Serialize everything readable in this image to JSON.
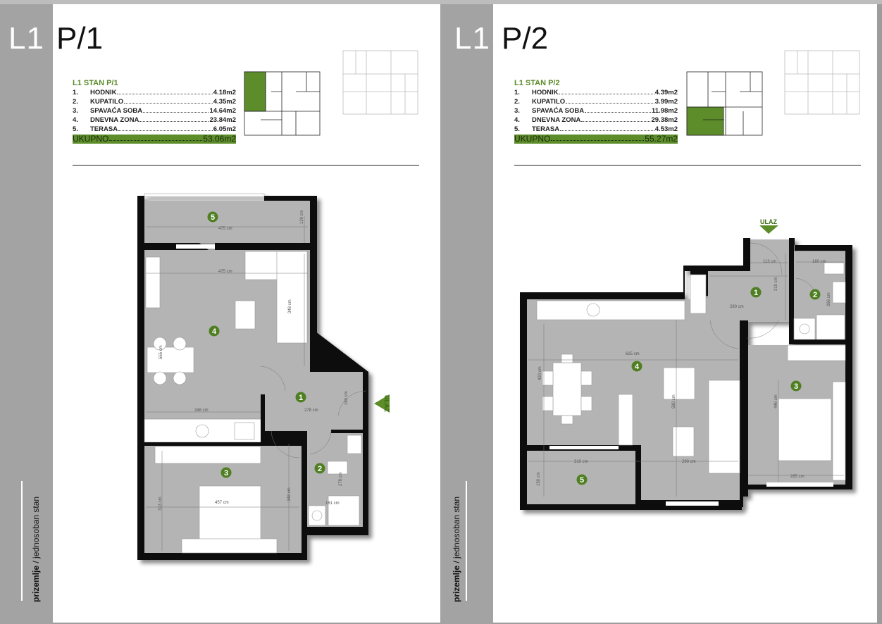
{
  "pages": [
    {
      "level": "L1",
      "unit": "P/1",
      "side_caption_bold": "prizemlje",
      "side_caption": " / jednosoban stan",
      "table": {
        "heading": "L1 STAN P/1",
        "rows": [
          {
            "no": "1.",
            "name": "HODNIK",
            "area": "4.18m2"
          },
          {
            "no": "2.",
            "name": "KUPATILO",
            "area": "4.35m2"
          },
          {
            "no": "3.",
            "name": "SPAVAĆA SOBA",
            "area": "14.64m2"
          },
          {
            "no": "4.",
            "name": "DNEVNA ZONA",
            "area": "23.84m2"
          },
          {
            "no": "5.",
            "name": "TERASA",
            "area": "6.05m2"
          }
        ],
        "total_label": "UKUPNO",
        "total_value": "53.06m2"
      },
      "plan": {
        "entry_label": "ULAZ",
        "dims": [
          "475 cm",
          "120 cm",
          "475 cm",
          "348 cm",
          "555 cm",
          "348 cm",
          "278 cm",
          "160 cm",
          "313 cm",
          "457 cm",
          "348 cm",
          "278 cm",
          "161 cm"
        ]
      }
    },
    {
      "level": "L1",
      "unit": "P/2",
      "side_caption_bold": "prizemlje",
      "side_caption": " / jednosoban stan",
      "table": {
        "heading": "L1 STAN P/2",
        "rows": [
          {
            "no": "1.",
            "name": "HODNIK",
            "area": "4.39m2"
          },
          {
            "no": "2.",
            "name": "KUPATILO",
            "area": "3.99m2"
          },
          {
            "no": "3.",
            "name": "SPAVAĆA SOBA",
            "area": "11.98m2"
          },
          {
            "no": "4.",
            "name": "DNEVNA ZONA",
            "area": "29.38m2"
          },
          {
            "no": "5.",
            "name": "TERASA",
            "area": "4.53m2"
          }
        ],
        "total_label": "UKUPNO",
        "total_value": "55.27m2"
      },
      "plan": {
        "entry_label": "ULAZ",
        "dims": [
          "113 cm",
          "160 cm",
          "310 cm",
          "280 cm",
          "266 cm",
          "625 cm",
          "420 cm",
          "580 cm",
          "290 cm",
          "446 cm",
          "285 cm",
          "310 cm",
          "150 cm"
        ]
      }
    }
  ],
  "room_numbers": [
    "1",
    "2",
    "3",
    "4",
    "5"
  ],
  "colors": {
    "accent_green": "#5d8d2a",
    "wall": "#111111",
    "floor": "#b4b4b4",
    "sidebar": "#a3a3a3"
  }
}
